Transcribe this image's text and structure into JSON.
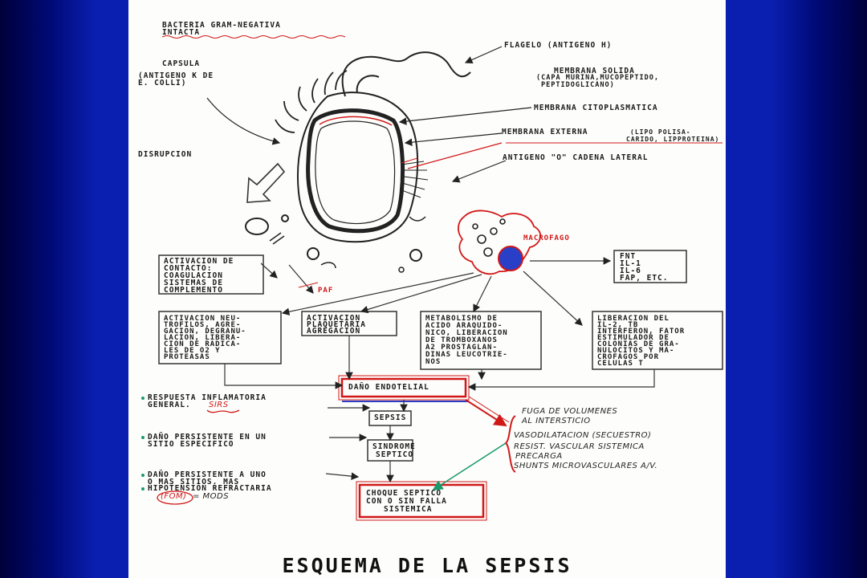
{
  "diagram": {
    "title": "ESQUEMA DE LA SEPSIS",
    "bacteria": {
      "header_line1": "BACTERIA GRAM-NEGATIVA",
      "header_line2": "INTACTA",
      "capsula": "CAPSULA",
      "capsula_antigeno_line1": "(ANTIGENO K DE",
      "capsula_antigeno_line2": "E. COLLI)",
      "flagelo": "FLAGELO (ANTIGENO H)",
      "membrana_solida": "MEMBRANA SOLIDA",
      "membrana_solida_detail_line1": "(CAPA MURINA,MUCOPEPTIDO,",
      "membrana_solida_detail_line2": "PEPTIDOGLICANO)",
      "membrana_citoplasmatica": "MEMBRANA CITOPLASMATICA",
      "membrana_externa": "MEMBRANA EXTERNA",
      "membrana_externa_detail_line1": "(LIPO POLISA-",
      "membrana_externa_detail_line2": "CARIDO, LIPPROTEINA)",
      "antigeno_o": "ANTIGENO \"O\" CADENA LATERAL",
      "disrupcion": "DISRUPCION"
    },
    "macrofago": "MACROFAGO",
    "paf": "PAF",
    "boxes": {
      "contacto": [
        "ACTIVACION DE",
        "CONTACTO:",
        "COAGULACION",
        "SISTEMAS DE",
        "COMPLEMENTO"
      ],
      "citoquinas": [
        "FNT",
        "IL-1",
        "IL-6",
        "FAP, ETC."
      ],
      "neutrofilos": [
        "ACTIVACION NEU-",
        "TROFILOS, AGRE-",
        "GACION, DEGRANU-",
        "LACION, LIBERA-",
        "CION DE RADICA-",
        "LES DE O2 Y",
        "PROTEASAS"
      ],
      "plaquetaria": [
        "ACTIVACION",
        "PLAQUETARIA",
        "AGREGACION"
      ],
      "metabolismo": [
        "METABOLISMO DE",
        "ACIDO ARAQUIDO-",
        "NICO, LIBERACION",
        "DE TROMBOXANOS",
        "A2 PROSTAGLAN-",
        "DINAS LEUCOTRIE-",
        "NOS"
      ],
      "liberacion": [
        "LIBERACION DEL",
        "IL-2, TB",
        "INTERFERON, FATOR",
        "ESTIMULADOR DE",
        "COLONIAS DE GRA-",
        "NULOCITOS Y MA-",
        "CROFAGOS POR",
        "CELULAS T"
      ],
      "dano_endotelial": "DAÑO ENDOTELIAL",
      "sepsis": "SEPSIS",
      "sindrome_line1": "SINDROME",
      "sindrome_line2": "SEPTICO",
      "choque_line1": "CHOQUE SEPTICO",
      "choque_line2": "CON O SIN FALLA",
      "choque_line3": "SISTEMICA"
    },
    "left_notes": {
      "respuesta_line1": "RESPUESTA INFLAMATORIA",
      "respuesta_line2": "GENERAL.",
      "sirs": "SIRS",
      "dano_sitio_line1": "DAÑO PERSISTENTE EN UN",
      "dano_sitio_line2": "SITIO ESPECIFICO",
      "dano_multi_line1": "DAÑO PERSISTENTE A UNO",
      "dano_multi_line2": "O MAS SITIOS. MAS",
      "hipotension": "HIPOTENSION REFRACTARIA",
      "fom": "(FOM)",
      "mods": "= MODS"
    },
    "right_notes": [
      "FUGA DE VOLUMENES",
      "AL INTERSTICIO",
      "VASODILATACION (SECUESTRO)",
      "RESIST. VASCULAR SISTEMICA",
      "PRECARGA",
      "SHUNTS MICROVASCULARES A/V."
    ],
    "colors": {
      "ink": "#1a1a1a",
      "red_ink": "#d01818",
      "blue_ink": "#2a3fc8",
      "green_ink": "#1a9a6a",
      "frame_blue": "#0a1fb0"
    }
  }
}
